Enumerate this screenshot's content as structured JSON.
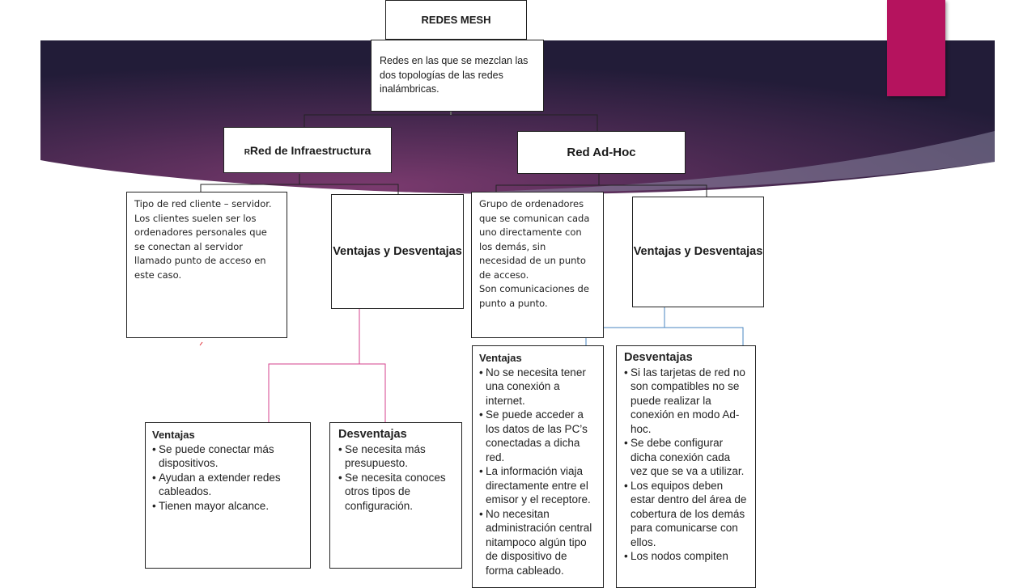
{
  "colors": {
    "banner_dark": "#221c38",
    "banner_light": "#7a3a6e",
    "accent": "#b5135e",
    "connector_dark": "#222222",
    "connector_pink": "#d6418d",
    "connector_blue": "#4a86c0"
  },
  "root": {
    "title": "REDES MESH"
  },
  "definition": {
    "text": "Redes en las que se mezclan las dos topologías de las redes inalámbricas."
  },
  "infra": {
    "prefix": "R",
    "title": "Red de Infraestructura"
  },
  "adhoc": {
    "title": "Red Ad-Hoc"
  },
  "infra_desc": {
    "text": "Tipo de red cliente – servidor. Los clientes suelen ser los ordenadores personales que se conectan al servidor llamado punto de acceso en este caso."
  },
  "infra_vd": {
    "title": "Ventajas y Desventajas"
  },
  "adhoc_desc": {
    "text": "Grupo de ordenadores que se comunican cada uno directamente con los demás, sin necesidad de un punto de acceso.",
    "text2": "Son comunicaciones de punto a punto."
  },
  "adhoc_vd": {
    "title": "Ventajas y Desventajas"
  },
  "infra_ventajas": {
    "heading": "Ventajas",
    "items": [
      "Se puede conectar más dispositivos.",
      "Ayudan a extender redes cableados.",
      "Tienen mayor alcance."
    ]
  },
  "infra_desventajas": {
    "heading": "Desventajas",
    "items": [
      "Se necesita más presupuesto.",
      "Se necesita conoces otros tipos de configuración."
    ]
  },
  "adhoc_ventajas": {
    "heading": "Ventajas",
    "items": [
      "No se necesita tener una conexión a internet.",
      "Se puede acceder a los datos de las PC’s conectadas a dicha red.",
      "La información viaja directamente entre el emisor y el receptore.",
      "No necesitan administración central nitampoco algún tipo de dispositivo de forma cableado."
    ]
  },
  "adhoc_desventajas": {
    "heading": "Desventajas",
    "items": [
      "Si las tarjetas de red no son compatibles no se puede realizar la conexión en modo Ad-hoc.",
      "Se debe configurar dicha conexión cada vez que se va a utilizar.",
      "Los equipos deben estar dentro del área de cobertura de los demás para comunicarse con ellos.",
      "Los nodos compiten"
    ]
  }
}
